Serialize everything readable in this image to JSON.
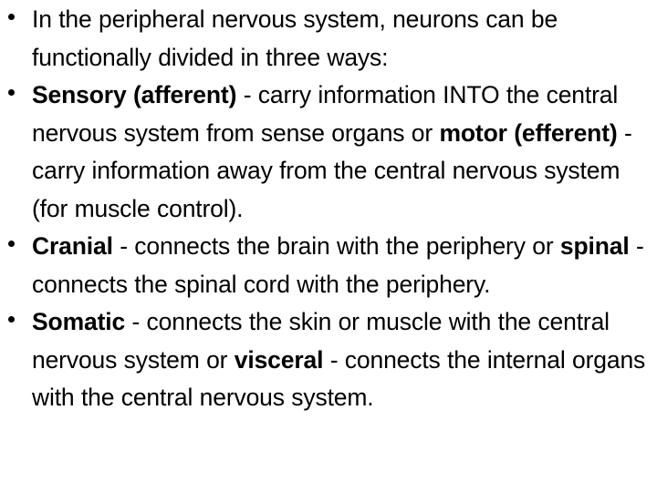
{
  "slide": {
    "background_color": "#ffffff",
    "text_color": "#000000",
    "bullet_glyph": "•",
    "bullets": [
      {
        "id": "intro",
        "runs": [
          {
            "text": "In the peripheral nervous system, neurons can be functionally divided in three ways:",
            "bold": false
          }
        ],
        "plain": "In the peripheral nervous system, neurons can be functionally divided in three ways:"
      },
      {
        "id": "sensory-motor",
        "runs": [
          {
            "text": "Sensory (afferent)",
            "bold": true
          },
          {
            "text": " - carry information INTO the central nervous system from sense organs or ",
            "bold": false
          },
          {
            "text": "motor (efferent)",
            "bold": true
          },
          {
            "text": " - carry information away from the central nervous system (for muscle control).",
            "bold": false
          }
        ],
        "plain": "Sensory (afferent) - carry information INTO the central nervous system from sense organs or motor (efferent) - carry information away from the central nervous system (for muscle control)."
      },
      {
        "id": "cranial-spinal",
        "runs": [
          {
            "text": "Cranial",
            "bold": true
          },
          {
            "text": " - connects the brain with the periphery or ",
            "bold": false
          },
          {
            "text": "spinal",
            "bold": true
          },
          {
            "text": " - connects the spinal cord with the periphery.",
            "bold": false
          }
        ],
        "plain": "Cranial - connects the brain with the periphery or spinal - connects the spinal cord with the periphery."
      },
      {
        "id": "somatic-visceral",
        "runs": [
          {
            "text": "Somatic",
            "bold": true
          },
          {
            "text": " - connects the skin or muscle with the central nervous system or ",
            "bold": false
          },
          {
            "text": "visceral",
            "bold": true
          },
          {
            "text": " - connects the internal organs with the central nervous system.",
            "bold": false
          }
        ],
        "plain": "Somatic - connects the skin or muscle with the central nervous system or visceral - connects the internal organs with the central nervous system."
      }
    ]
  }
}
